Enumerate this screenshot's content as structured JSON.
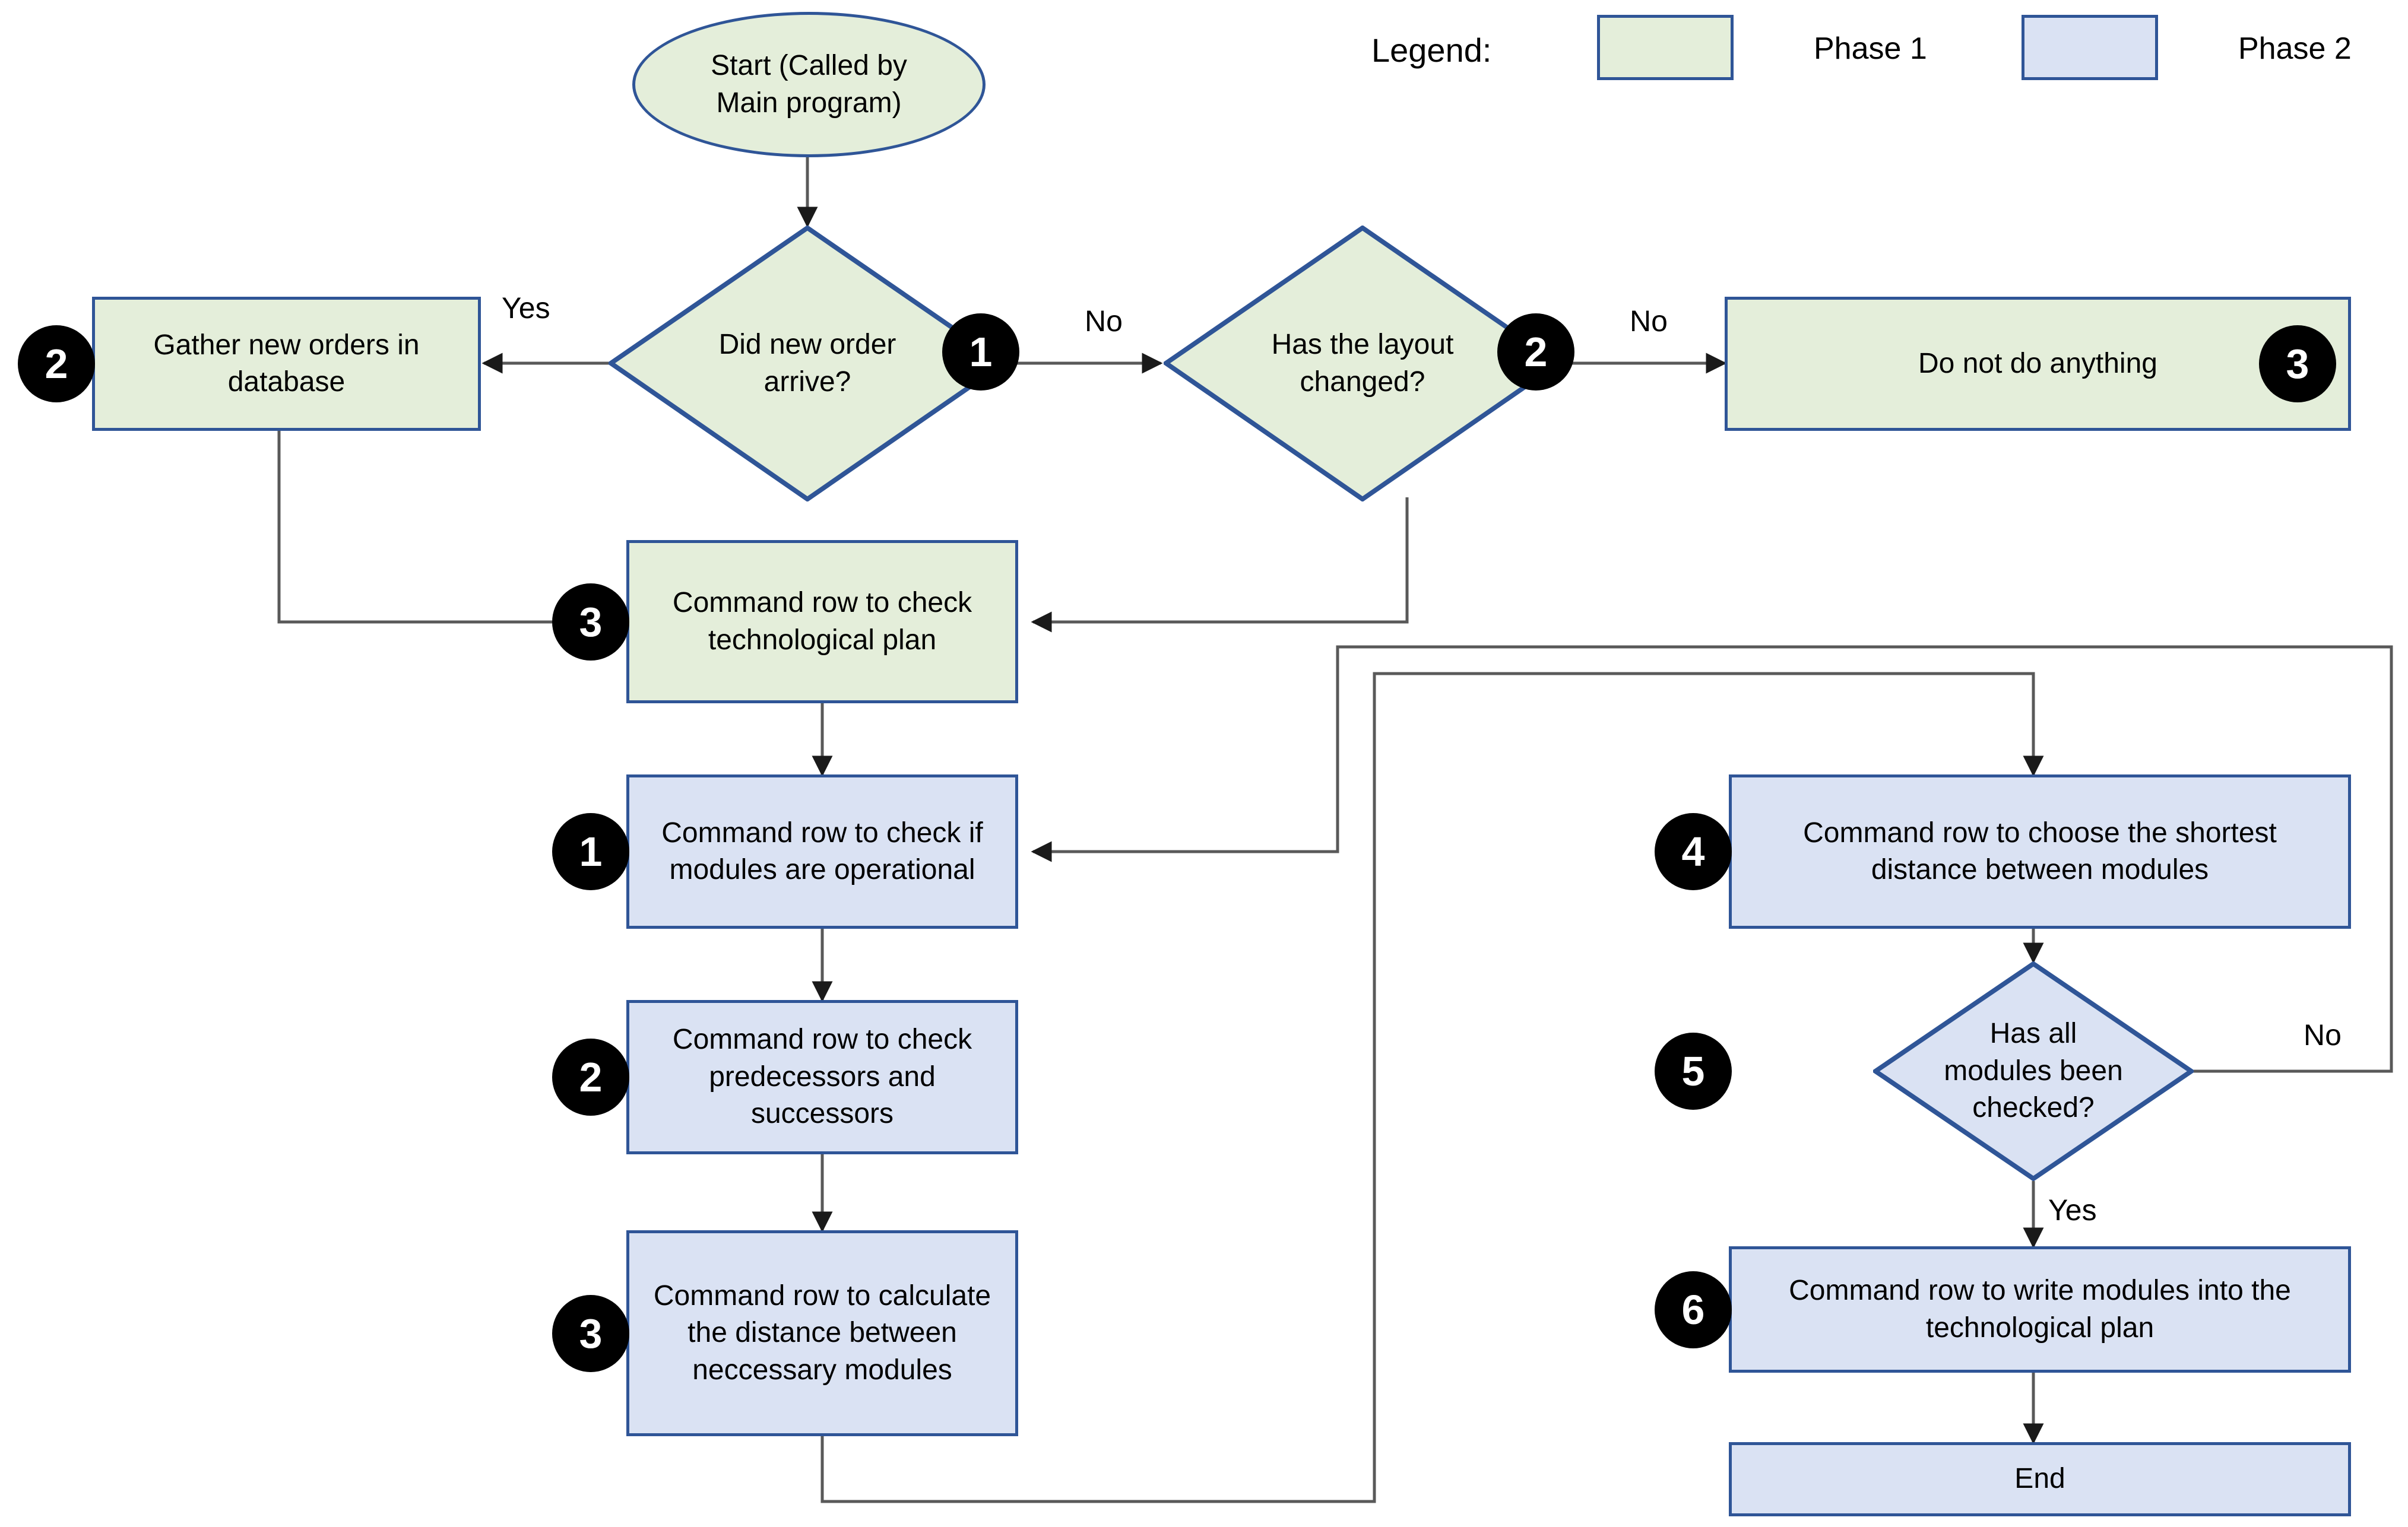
{
  "legend": {
    "title": "Legend:",
    "items": [
      {
        "label": "Phase 1",
        "color": "#E4EEDA"
      },
      {
        "label": "Phase 2",
        "color": "#DAE2F3"
      }
    ]
  },
  "colors": {
    "border": "#2F5597",
    "phase1_fill": "#E4EEDA",
    "phase2_fill": "#DAE2F3",
    "badge_fill": "#000000",
    "badge_text": "#FFFFFF",
    "connector": "#595959"
  },
  "nodes": {
    "start": {
      "text": "Start (Called by Main program)",
      "shape": "ellipse",
      "phase": "Phase 1"
    },
    "d1": {
      "text": "Did new order arrive?",
      "shape": "diamond",
      "phase": "Phase 1",
      "badge": "1"
    },
    "gather": {
      "text": "Gather new orders in database",
      "shape": "process",
      "phase": "Phase 1",
      "badge": "2"
    },
    "d2": {
      "text": "Has the layout changed?",
      "shape": "diamond",
      "phase": "Phase 1",
      "badge": "2"
    },
    "nothing": {
      "text": "Do not do anything",
      "shape": "process",
      "phase": "Phase 1",
      "badge": "3"
    },
    "p3g": {
      "text": "Command row to check technological plan",
      "shape": "process",
      "phase": "Phase 1",
      "badge": "3"
    },
    "p1": {
      "text": "Command row to check if modules are operational",
      "shape": "process",
      "phase": "Phase 2",
      "badge": "1"
    },
    "p2": {
      "text": "Command row to check predecessors and successors",
      "shape": "process",
      "phase": "Phase 2",
      "badge": "2"
    },
    "p3": {
      "text": "Command row to calculate the distance between neccessary modules",
      "shape": "process",
      "phase": "Phase 2",
      "badge": "3"
    },
    "p4": {
      "text": "Command row to choose the shortest distance between modules",
      "shape": "process",
      "phase": "Phase 2",
      "badge": "4"
    },
    "d5": {
      "text": "Has all modules been checked?",
      "shape": "diamond",
      "phase": "Phase 2",
      "badge": "5"
    },
    "p6": {
      "text": "Command row to write modules into the technological plan",
      "shape": "process",
      "phase": "Phase 2",
      "badge": "6"
    },
    "end": {
      "text": "End",
      "shape": "process",
      "phase": "Phase 2"
    }
  },
  "edge_labels": {
    "d1_yes": "Yes",
    "d1_no": "No",
    "d2_no": "No",
    "d5_no": "No",
    "d5_yes": "Yes"
  }
}
